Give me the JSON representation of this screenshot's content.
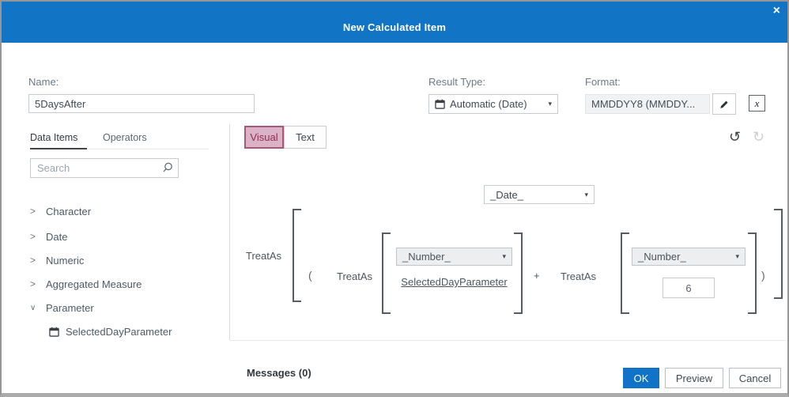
{
  "dialog": {
    "title": "New Calculated Item"
  },
  "icons": {
    "close": "×",
    "caret": "▾",
    "collapsed": ">",
    "expanded": "∨",
    "undo": "↺",
    "redo": "↻",
    "x_format": "x"
  },
  "form": {
    "name_label": "Name:",
    "name_value": "5DaysAfter",
    "result_type_label": "Result Type:",
    "result_type_value": "Automatic (Date)",
    "format_label": "Format:",
    "format_value": "MMDDYY8 (MMDDY..."
  },
  "panel": {
    "tabs": [
      {
        "label": "Data Items"
      },
      {
        "label": "Operators"
      }
    ],
    "search_placeholder": "Search",
    "tree": [
      {
        "toggle": ">",
        "label": "Character"
      },
      {
        "toggle": ">",
        "label": "Date"
      },
      {
        "toggle": ">",
        "label": "Numeric"
      },
      {
        "toggle": ">",
        "label": "Aggregated Measure"
      },
      {
        "toggle": "∨",
        "label": "Parameter"
      },
      {
        "toggle": "",
        "label": "SelectedDayParameter",
        "icon": "calendar-icon"
      }
    ]
  },
  "editor": {
    "visual_tab": "Visual",
    "text_tab": "Text",
    "result_field": "_Date_",
    "outer_op": "TreatAs",
    "open_paren": "(",
    "close_paren": ")",
    "plus": "+",
    "left": {
      "op": "TreatAs",
      "type": "_Number_",
      "param_link": "SelectedDayParameter"
    },
    "right": {
      "op": "TreatAs",
      "type": "_Number_",
      "value": "6"
    }
  },
  "footer": {
    "messages": "Messages (0)",
    "ok": "OK",
    "preview": "Preview",
    "cancel": "Cancel"
  },
  "colors": {
    "header_blue": "#1274c4",
    "ok_blue": "#1173c8",
    "visual_pink_bg": "#dcb2c6",
    "visual_pink_border": "#a4587a",
    "visual_pink_text": "#8b2e52"
  }
}
